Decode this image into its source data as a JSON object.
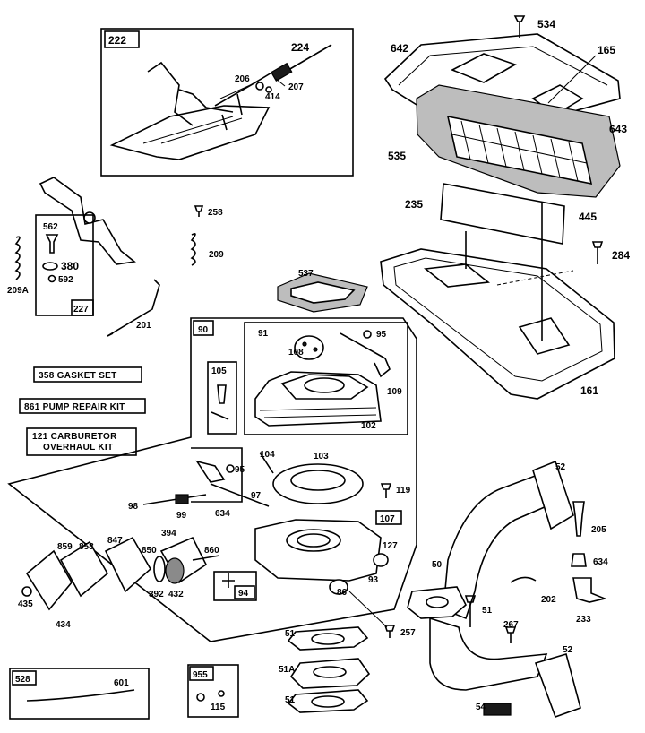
{
  "diagram": {
    "background": "#ffffff",
    "ink": "#000000",
    "callouts": {
      "c534": "534",
      "c642": "642",
      "c165": "165",
      "c643": "643",
      "c535": "535",
      "c235": "235",
      "c445": "445",
      "c284": "284",
      "c161": "161",
      "c222": "222",
      "c224": "224",
      "c206": "206",
      "c207": "207",
      "c414": "414",
      "c258": "258",
      "c209": "209",
      "c209A": "209A",
      "c562": "562",
      "c380": "380",
      "c592": "592",
      "c227": "227",
      "c201": "201",
      "c537": "537",
      "c90": "90",
      "c91": "91",
      "c108": "108",
      "c95a": "95",
      "c109": "109",
      "c102": "102",
      "c105": "105",
      "c104": "104",
      "c103": "103",
      "c95b": "95",
      "c97": "97",
      "c98": "98",
      "c99": "99",
      "c634a": "634",
      "c119": "119",
      "c107": "107",
      "c127": "127",
      "c93": "93",
      "c86": "86",
      "c94": "94",
      "c257": "257",
      "c859": "859",
      "c858": "858",
      "c847": "847",
      "c850": "850",
      "c394": "394",
      "c860": "860",
      "c435": "435",
      "c434": "434",
      "c392": "392",
      "c432": "432",
      "c52a": "52",
      "c205": "205",
      "c634b": "634",
      "c50": "50",
      "c202": "202",
      "c51a": "51",
      "c267": "267",
      "c233": "233",
      "c52b": "52",
      "c51b": "51",
      "c51A": "51A",
      "c51c": "51",
      "c54": "54",
      "c528": "528",
      "c601": "601",
      "c955": "955",
      "c115": "115"
    },
    "kits": {
      "gasket": "358 GASKET SET",
      "pump": "861 PUMP REPAIR KIT",
      "carb_line1": "121 CARBURETOR",
      "carb_line2": "OVERHAUL KIT"
    }
  }
}
